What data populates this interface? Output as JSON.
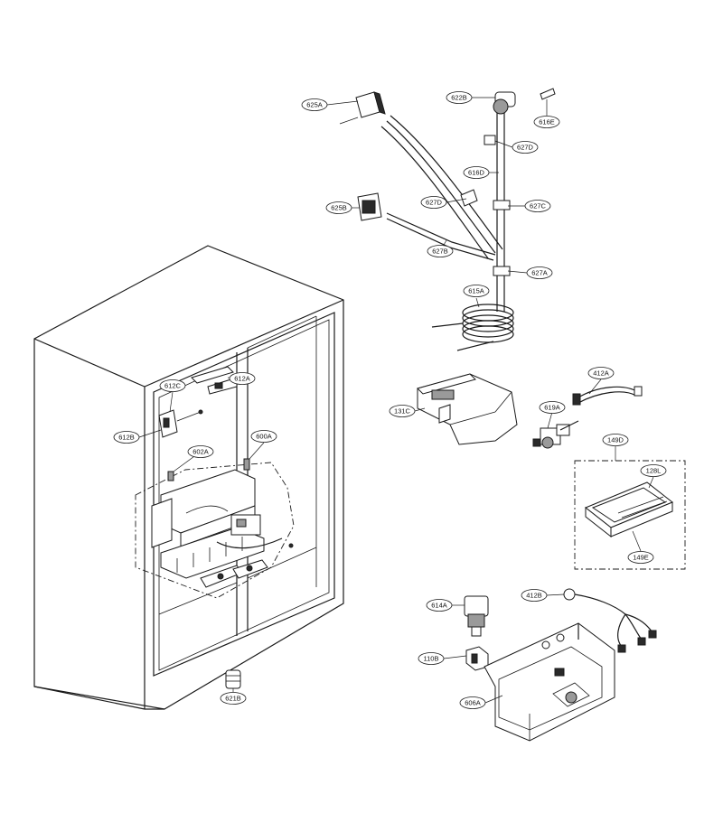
{
  "callouts": [
    {
      "id": "625a",
      "label": "625A"
    },
    {
      "id": "622b",
      "label": "622B"
    },
    {
      "id": "616e",
      "label": "616E"
    },
    {
      "id": "627d-top",
      "label": "627D"
    },
    {
      "id": "616d",
      "label": "616D"
    },
    {
      "id": "627d-mid",
      "label": "627D"
    },
    {
      "id": "625b",
      "label": "625B"
    },
    {
      "id": "627c",
      "label": "627C"
    },
    {
      "id": "627b",
      "label": "627B"
    },
    {
      "id": "627a",
      "label": "627A"
    },
    {
      "id": "615a",
      "label": "615A"
    },
    {
      "id": "612c",
      "label": "612C"
    },
    {
      "id": "612a",
      "label": "612A"
    },
    {
      "id": "612b",
      "label": "612B"
    },
    {
      "id": "600a",
      "label": "600A"
    },
    {
      "id": "602a",
      "label": "602A"
    },
    {
      "id": "131c",
      "label": "131C"
    },
    {
      "id": "412a",
      "label": "412A"
    },
    {
      "id": "619a",
      "label": "619A"
    },
    {
      "id": "149d",
      "label": "149D"
    },
    {
      "id": "128l",
      "label": "128L"
    },
    {
      "id": "149e",
      "label": "149E"
    },
    {
      "id": "412b",
      "label": "412B"
    },
    {
      "id": "614a",
      "label": "614A"
    },
    {
      "id": "110b",
      "label": "110B"
    },
    {
      "id": "606a",
      "label": "606A"
    },
    {
      "id": "621b",
      "label": "621B"
    }
  ]
}
